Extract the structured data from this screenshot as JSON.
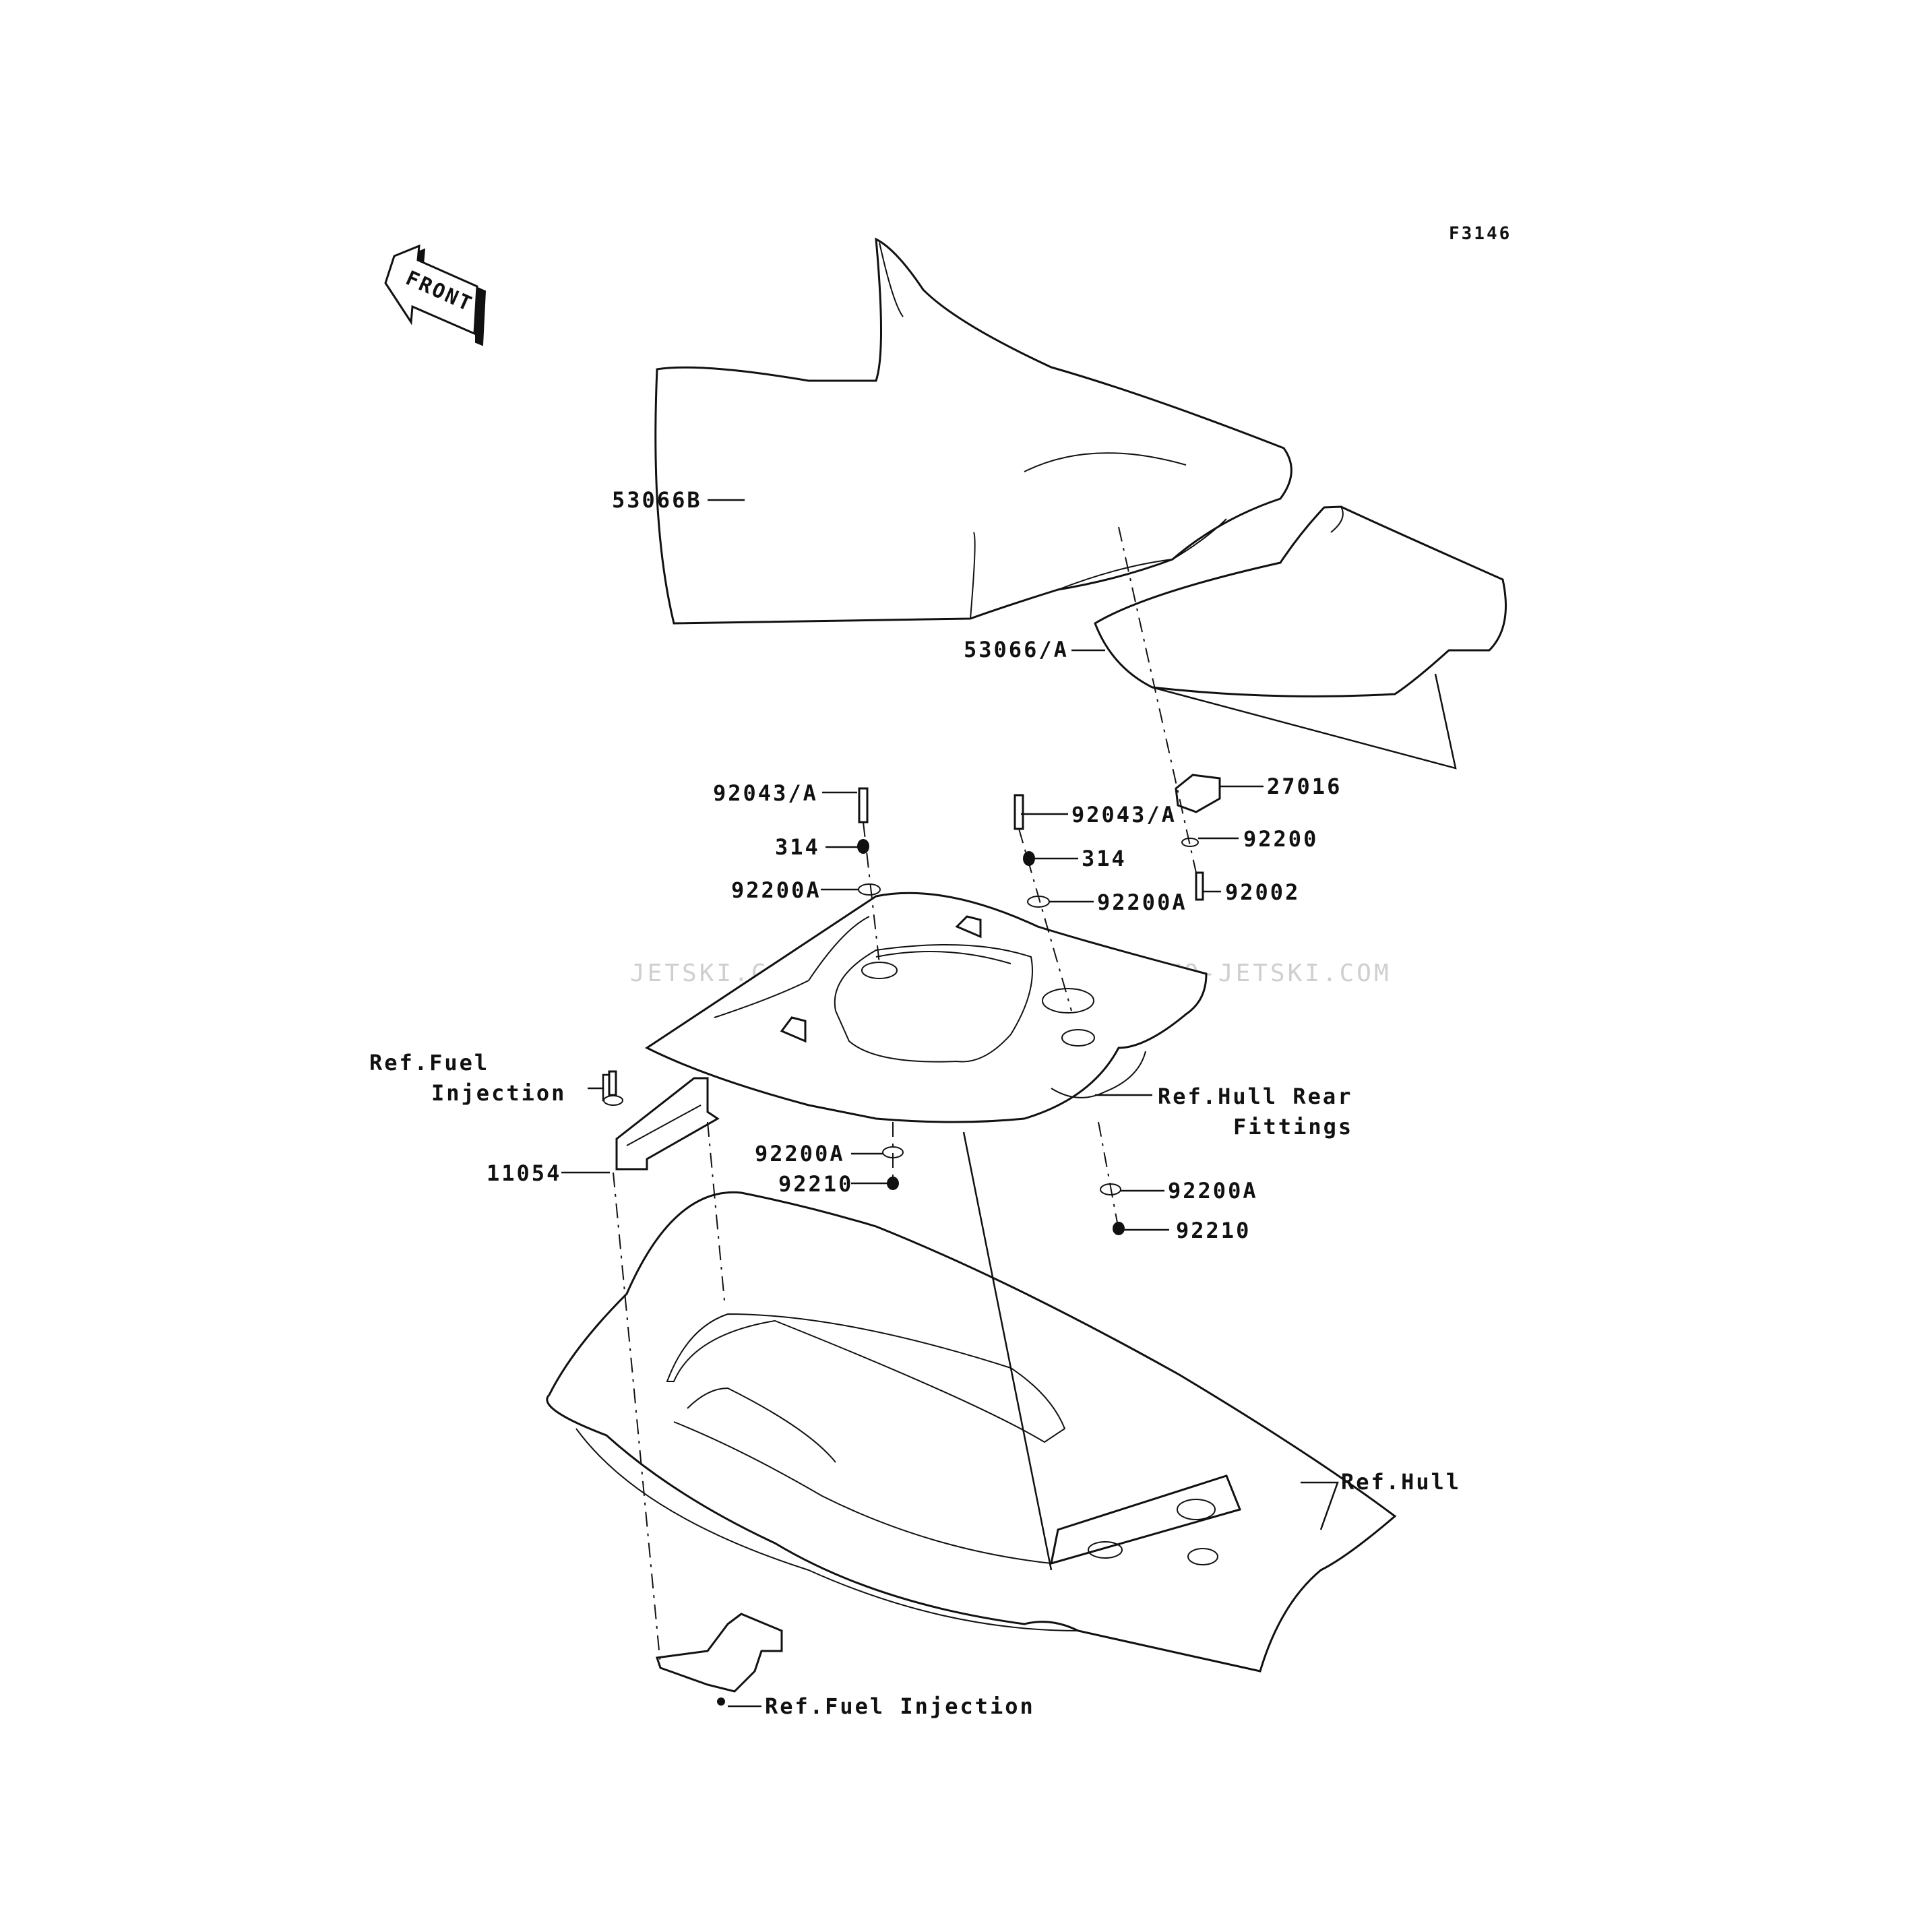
{
  "figure_code": "F3146",
  "front_badge": "FRONT",
  "watermark": "JETSKI.COM  PROMO-JETSKI.COM  PROMO-JETSKI.COM",
  "labels": {
    "seat_front": "53066B",
    "seat_rear": "53066/A",
    "bolt_left": "92043/A",
    "bolt_right": "92043/A",
    "collar_left": "314",
    "collar_right": "314",
    "washer_left": "92200A",
    "washer_right": "92200A",
    "latch": "27016",
    "washer_latch": "92200",
    "bolt_latch": "92002",
    "ref_fuel_top_1": "Ref.Fuel",
    "ref_fuel_top_2": "Injection",
    "bracket": "11054",
    "washer_lower_left": "92200A",
    "nut_lower_left": "92210",
    "washer_lower_right": "92200A",
    "nut_lower_right": "92210",
    "ref_hull_rear_1": "Ref.Hull Rear",
    "ref_hull_rear_2": "Fittings",
    "ref_hull": "Ref.Hull",
    "ref_fuel_bottom": "Ref.Fuel Injection"
  }
}
